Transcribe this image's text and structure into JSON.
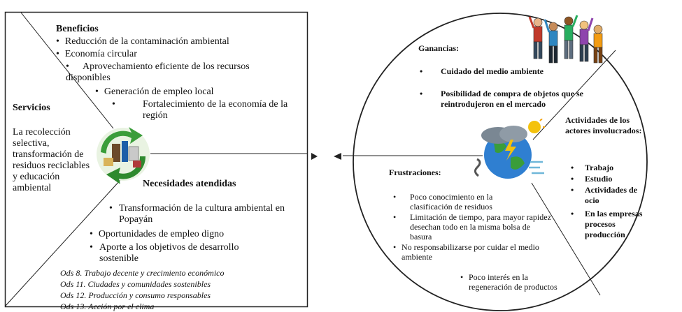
{
  "left": {
    "beneficios": {
      "title": "Beneficios",
      "items": [
        "Reducción de la contaminación ambiental",
        "Economía circular",
        "Aprovechamiento eficiente de los recursos disponibles",
        "Generación de empleo local",
        "Fortalecimiento de la economía de la región"
      ]
    },
    "servicios": {
      "title": "Servicios",
      "text": "La recolección selectiva, transformación de residuos reciclables y educación ambiental"
    },
    "necesidades": {
      "title": "Necesidades atendidas",
      "items": [
        "Transformación de la cultura ambiental en Popayán",
        "Oportunidades de empleo digno",
        "Aporte a los objetivos de desarrollo sostenible"
      ]
    },
    "ods": [
      "Ods 8. Trabajo decente y crecimiento económico",
      "Ods 11. Ciudades y comunidades sostenibles",
      "Ods 12. Producción y consumo responsables",
      "Ods 13. Acción por el clima"
    ]
  },
  "right": {
    "ganancias": {
      "title": "Ganancias:",
      "items": [
        "Cuidado del medio ambiente",
        "Posibilidad de compra de objetos que se reintrodujeron en el mercado"
      ]
    },
    "actividades": {
      "title": "Actividades de los actores involucrados:",
      "items": [
        "Trabajo",
        "Estudio",
        "Actividades de ocio",
        "En las empresas procesos producción"
      ]
    },
    "frustraciones": {
      "title": "Frustraciones:",
      "items": [
        "Poco conocimiento en la clasificación de residuos",
        "Limitación de tiempo, para mayor rapidez desechan todo en la misma bolsa de basura",
        "No responsabilizarse por cuidar el medio ambiente",
        "Poco interés en la regeneración de productos"
      ]
    }
  },
  "colors": {
    "line": "#222222",
    "recycle_green": "#3a9d3a",
    "earth_blue": "#2f7fd1",
    "storm_gray": "#7a8793"
  },
  "icons": {
    "recycle": "recycling-icon",
    "people": "celebrating-people-icon",
    "climate": "climate-earth-icon"
  }
}
